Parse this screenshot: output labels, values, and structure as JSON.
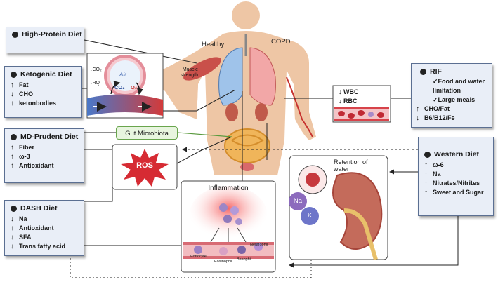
{
  "boxes": {
    "high_protein": {
      "title": "High-Protein Diet"
    },
    "ketogenic": {
      "title": "Ketogenic Diet",
      "items": [
        {
          "dir": "↑",
          "label": "Fat"
        },
        {
          "dir": "↓",
          "label": "CHO"
        },
        {
          "dir": "↑",
          "label": "ketonbodies"
        }
      ]
    },
    "md_prudent": {
      "title": "MD-Prudent Diet",
      "items": [
        {
          "dir": "↑",
          "label": "Fiber"
        },
        {
          "dir": "↑",
          "label": "ω-3"
        },
        {
          "dir": "↑",
          "label": "Antioxidant"
        }
      ]
    },
    "dash": {
      "title": "DASH Diet",
      "items": [
        {
          "dir": "↓",
          "label": "Na"
        },
        {
          "dir": "↑",
          "label": "Antioxidant"
        },
        {
          "dir": "↓",
          "label": "SFA"
        },
        {
          "dir": "↓",
          "label": "Trans fatty acid"
        }
      ]
    },
    "rif": {
      "title": "RIF",
      "checks": [
        "✓Food and water limitation",
        "✓Large meals"
      ],
      "items": [
        {
          "dir": "↑",
          "label": "CHO/Fat"
        },
        {
          "dir": "↓",
          "label": "B6/B12/Fe"
        }
      ]
    },
    "western": {
      "title": "Western Diet",
      "items": [
        {
          "dir": "↑",
          "label": "ω-6"
        },
        {
          "dir": "↑",
          "label": "Na"
        },
        {
          "dir": "↑",
          "label": "Nitrates/Nitrites"
        },
        {
          "dir": "↑",
          "label": "Sweet and Sugar"
        }
      ]
    }
  },
  "labels": {
    "healthy": "Healthy",
    "copd": "COPD",
    "muscle": "Muscle strength",
    "gut": "Gut Microbiota",
    "ros": "ROS",
    "inflammation": "Inflammation",
    "retention": "Retention of water",
    "na": "Na",
    "k": "K",
    "wbc": "WBC",
    "rbc": "RBC",
    "wbc_dir": "↓",
    "rbc_dir": "↓",
    "air": "Air",
    "co2_left": "CO₂",
    "rq": "RQ",
    "co2_mid": "CO₂",
    "o2": "O₂",
    "monocyte": "Monocyte",
    "eosinophil": "Eosinophil",
    "basophil": "Basophil",
    "neutrophil": "Neutrophil"
  },
  "colors": {
    "box_bg": "#e9eef7",
    "box_border": "#5b6f92",
    "ros": "#d62b33",
    "gut_bg": "#e8f5df",
    "gut_border": "#69a54d",
    "kidney": "#c05a4a"
  }
}
